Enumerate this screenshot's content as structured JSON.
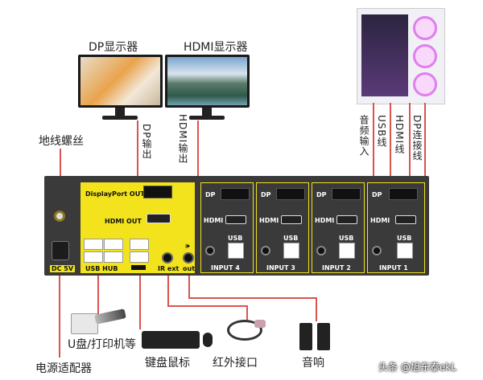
{
  "monitors": {
    "dp_label": "DP显示器",
    "hdmi_label": "HDMI显示器"
  },
  "cable_labels": {
    "dp_output": "DP输出",
    "hdmi_output": "HDMI输出",
    "audio_input": "音频输入",
    "usb_cable": "USB线",
    "hdmi_cable": "HDMI线",
    "dp_cable": "DP连接线"
  },
  "side_labels": {
    "ground_screw": "地线螺丝",
    "usb_printer": "U盘/打印机等",
    "keyboard_mouse": "键盘鼠标",
    "ir_interface": "红外接口",
    "speaker": "音响",
    "power_adapter": "电源适配器"
  },
  "panel": {
    "displayport_out": "DisplayPort OUT",
    "hdmi_out": "HDMI OUT",
    "dc_5v": "DC 5V",
    "usb_hub": "USB HUB",
    "ir_ext": "IR ext",
    "out": "out",
    "inputs": [
      {
        "dp": "DP",
        "hdmi": "HDMI",
        "usb": "USB",
        "name": "INPUT 4"
      },
      {
        "dp": "DP",
        "hdmi": "HDMI",
        "usb": "USB",
        "name": "INPUT 3"
      },
      {
        "dp": "DP",
        "hdmi": "HDMI",
        "usb": "USB",
        "name": "INPUT 2"
      },
      {
        "dp": "DP",
        "hdmi": "HDMI",
        "usb": "USB",
        "name": "INPUT 1"
      }
    ]
  },
  "watermark": "头条 @旭东泰ekL",
  "colors": {
    "panel_body": "#3a3a3a",
    "panel_yellow": "#f3e31c",
    "connector_line": "#d9534f"
  }
}
